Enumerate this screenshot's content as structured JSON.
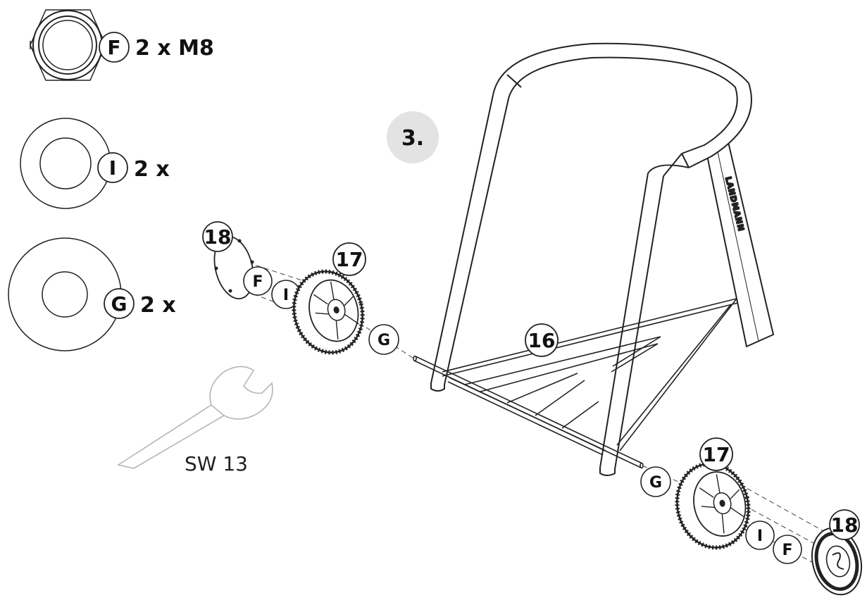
{
  "legend": {
    "nut": {
      "letter": "F",
      "qty": "2 x M8"
    },
    "washer_small": {
      "letter": "I",
      "qty": "2 x"
    },
    "washer_large": {
      "letter": "G",
      "qty": "2 x"
    }
  },
  "step": "3.",
  "tool_label": "SW 13",
  "parts": {
    "frame": "16",
    "wheel": "17",
    "hubcap": "18",
    "nut": "F",
    "washer_small": "I",
    "washer_large": "G"
  },
  "brand_text": "LANDMANN"
}
